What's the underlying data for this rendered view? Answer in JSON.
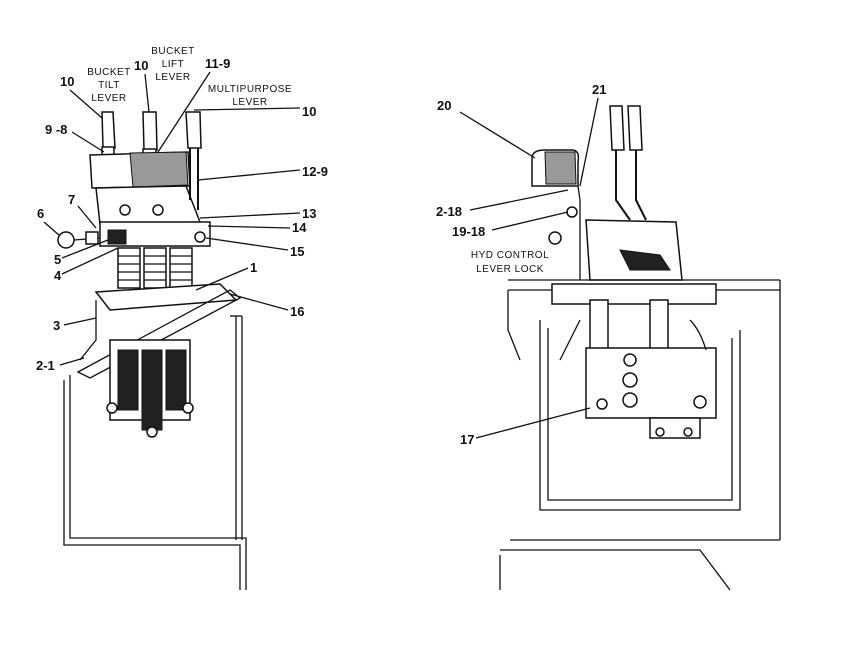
{
  "captions": {
    "bucket_tilt": [
      "BUCKET",
      "TILT",
      "LEVER"
    ],
    "bucket_lift": [
      "BUCKET",
      "LIFT",
      "LEVER"
    ],
    "multipurpose": [
      "MULTIPURPOSE",
      "LEVER"
    ],
    "hyd_lock": [
      "HYD CONTROL",
      "LEVER LOCK"
    ]
  },
  "callouts_left": {
    "c10a": "10",
    "c10b": "10",
    "c11_9": "11-9",
    "c10c": "10",
    "c9_8": "9 -8",
    "c12_9": "12-9",
    "c13": "13",
    "c7": "7",
    "c6": "6",
    "c14": "14",
    "c5": "5",
    "c15": "15",
    "c4": "4",
    "c1": "1",
    "c16": "16",
    "c3": "3",
    "c2_1": "2-1"
  },
  "callouts_right": {
    "c20": "20",
    "c21": "21",
    "c2_18": "2-18",
    "c19_18": "19-18",
    "c17": "17"
  }
}
